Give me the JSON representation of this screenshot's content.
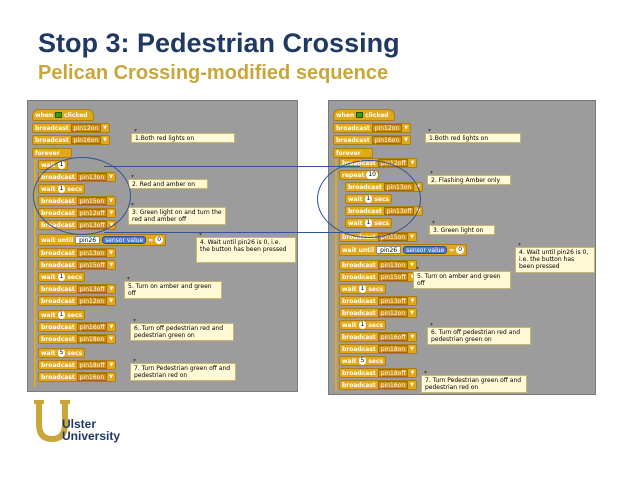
{
  "slide": {
    "title": "Stop 3: Pedestrian Crossing",
    "subtitle": "Pelican Crossing-modified sequence"
  },
  "colors": {
    "title": "#1f3864",
    "subtitle": "#c9a63c",
    "block": "#e1a91a",
    "sensor": "#4f79c4",
    "comment": "#fff9d6"
  },
  "left": {
    "blocks": {
      "hat": {
        "text": "when",
        "suffix": "clicked"
      },
      "b1": {
        "cmd": "broadcast",
        "arg": "pin12on"
      },
      "b2": {
        "cmd": "broadcast",
        "arg": "pin16on"
      },
      "forever": {
        "text": "forever"
      },
      "w1": {
        "cmd": "wait",
        "num": "1",
        "unit": "secs"
      },
      "b3": {
        "cmd": "broadcast",
        "arg": "pin13on"
      },
      "w2": {
        "cmd": "wait",
        "num": "1",
        "unit": "secs"
      },
      "b4": {
        "cmd": "broadcast",
        "arg": "pin15on"
      },
      "b5": {
        "cmd": "broadcast",
        "arg": "pin12off"
      },
      "b6": {
        "cmd": "broadcast",
        "arg": "pin13off"
      },
      "wu": {
        "cmd": "wait until",
        "val": "pin26",
        "sensor": "sensor value",
        "eq": "=",
        "num": "0"
      },
      "b7": {
        "cmd": "broadcast",
        "arg": "pin13on"
      },
      "b8": {
        "cmd": "broadcast",
        "arg": "pin15off"
      },
      "w3": {
        "cmd": "wait",
        "num": "1",
        "unit": "secs"
      },
      "b9": {
        "cmd": "broadcast",
        "arg": "pin13off"
      },
      "b10": {
        "cmd": "broadcast",
        "arg": "pin12on"
      },
      "w4": {
        "cmd": "wait",
        "num": "1",
        "unit": "secs"
      },
      "b11": {
        "cmd": "broadcast",
        "arg": "pin16off"
      },
      "b12": {
        "cmd": "broadcast",
        "arg": "pin18on"
      },
      "w5": {
        "cmd": "wait",
        "num": "5",
        "unit": "secs"
      },
      "b13": {
        "cmd": "broadcast",
        "arg": "pin18off"
      },
      "b14": {
        "cmd": "broadcast",
        "arg": "pin16on"
      }
    },
    "comments": {
      "c1": "1.Both red lights on",
      "c2": "2. Red and amber on",
      "c3": "3. Green light on and turn the red and amber off",
      "c4": "4. Wait until pin26 is 0, i.e. the button has been pressed",
      "c5": "5. Turn on amber and green off",
      "c6": "6. Turn off pedestrian red and pedestrian green on",
      "c7": "7. Turn Pedestrian green off and pedestrian red on"
    }
  },
  "right": {
    "blocks": {
      "hat": {
        "text": "when",
        "suffix": "clicked"
      },
      "b1": {
        "cmd": "broadcast",
        "arg": "pin12on"
      },
      "b2": {
        "cmd": "broadcast",
        "arg": "pin16on"
      },
      "forever": {
        "text": "forever"
      },
      "b3": {
        "cmd": "broadcast",
        "arg": "pin12off"
      },
      "repeat": {
        "cmd": "repeat",
        "num": "10"
      },
      "b4": {
        "cmd": "broadcast",
        "arg": "pin13on"
      },
      "w1": {
        "cmd": "wait",
        "num": "1",
        "unit": "secs"
      },
      "b5": {
        "cmd": "broadcast",
        "arg": "pin13off"
      },
      "w2": {
        "cmd": "wait",
        "num": "1",
        "unit": "secs"
      },
      "b6": {
        "cmd": "broadcast",
        "arg": "pin15on"
      },
      "wu": {
        "cmd": "wait until",
        "val": "pin26",
        "sensor": "sensor value",
        "eq": "=",
        "num": "0"
      },
      "b7": {
        "cmd": "broadcast",
        "arg": "pin13on"
      },
      "b8": {
        "cmd": "broadcast",
        "arg": "pin15off"
      },
      "w3": {
        "cmd": "wait",
        "num": "1",
        "unit": "secs"
      },
      "b9": {
        "cmd": "broadcast",
        "arg": "pin13off"
      },
      "b10": {
        "cmd": "broadcast",
        "arg": "pin12on"
      },
      "w4": {
        "cmd": "wait",
        "num": "1",
        "unit": "secs"
      },
      "b11": {
        "cmd": "broadcast",
        "arg": "pin16off"
      },
      "b12": {
        "cmd": "broadcast",
        "arg": "pin18on"
      },
      "w5": {
        "cmd": "wait",
        "num": "5",
        "unit": "secs"
      },
      "b13": {
        "cmd": "broadcast",
        "arg": "pin18off"
      },
      "b14": {
        "cmd": "broadcast",
        "arg": "pin16on"
      }
    },
    "comments": {
      "c1": "1.Both red lights on",
      "c2": "2. Flashing Amber only",
      "c3": "3. Green light on",
      "c4": "4. Wait until pin26 is 0, i.e. the button has been pressed",
      "c5": "5. Turn on amber and green off",
      "c6": "6. Turn off pedestrian red and pedestrian green on",
      "c7": "7. Turn Pedestrian green off and pedestrian red on"
    }
  },
  "logo": {
    "line1": "Ulster",
    "line2": "University"
  }
}
